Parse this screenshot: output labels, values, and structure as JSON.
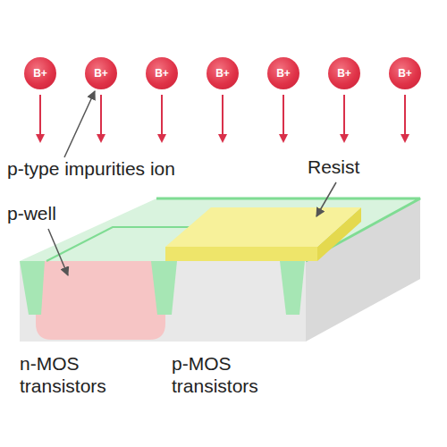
{
  "diagram": {
    "nodes": [
      {
        "text": [
          "B+"
        ]
      },
      {
        "text": [
          "B+"
        ]
      },
      {
        "text": [
          "B+"
        ]
      },
      {
        "text": [
          "B+"
        ]
      },
      {
        "text": [
          "B+"
        ]
      },
      {
        "text": [
          "B+"
        ]
      },
      {
        "text": [
          "B+"
        ]
      }
    ],
    "labels": [
      "p-type impurities ion",
      "p-well",
      "Resist",
      "n-MOS transistors",
      "p-MOS transistors"
    ]
  }
}
